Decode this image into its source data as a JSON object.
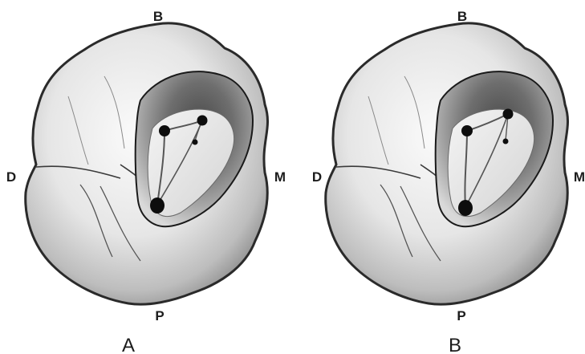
{
  "panels": [
    {
      "caption": "A",
      "labels": {
        "top": "B",
        "left": "D",
        "right": "M",
        "bottom": "P"
      }
    },
    {
      "caption": "B",
      "labels": {
        "top": "B",
        "left": "D",
        "right": "M",
        "bottom": "P"
      }
    }
  ],
  "colors": {
    "outline": "#2a2a2a",
    "crown_fill": "#e9e9e9",
    "pulp_floor": "#efefef",
    "canal_orifice": "#0d0d0d"
  }
}
